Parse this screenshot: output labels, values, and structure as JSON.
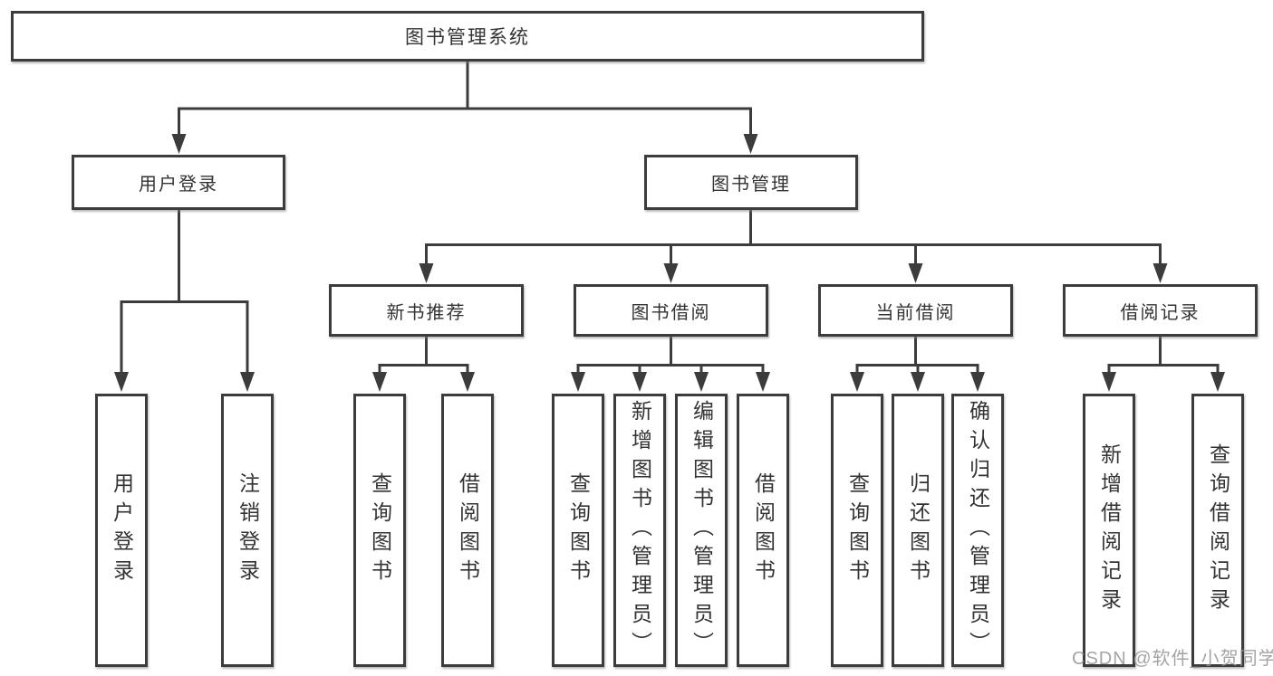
{
  "nodes": {
    "root": "图书管理系统",
    "user_login": "用户登录",
    "book_mgmt": "图书管理",
    "new_book_rec": "新书推荐",
    "book_borrow": "图书借阅",
    "current_borrow": "当前借阅",
    "borrow_record": "借阅记录",
    "leaf_user_login": "用户登录",
    "leaf_logout": "注销登录",
    "leaf_nb_query": "查询图书",
    "leaf_nb_borrow": "借阅图书",
    "leaf_bb_query": "查询图书",
    "leaf_bb_add": "新增图书（管理员）",
    "leaf_bb_edit": "编辑图书（管理员）",
    "leaf_bb_borrow": "借阅图书",
    "leaf_cb_query": "查询图书",
    "leaf_cb_return": "归还图书",
    "leaf_cb_confirm": "确认归还（管理员）",
    "leaf_br_add": "新增借阅记录",
    "leaf_br_query": "查询借阅记录"
  },
  "watermark": "CSDN @软件_小贺同学",
  "colors": {
    "line": "#3c3c3c",
    "text": "#333333",
    "watermark": "#949494"
  }
}
